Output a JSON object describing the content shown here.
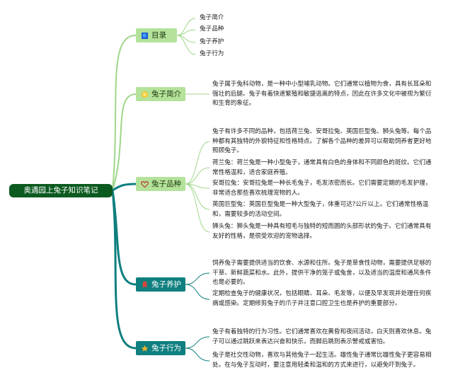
{
  "root": {
    "title": "奥遇园上兔子知识笔记"
  },
  "branches": {
    "toc": {
      "label": "目录",
      "items": [
        "兔子简介",
        "兔子品种",
        "兔子养护",
        "兔子行为"
      ]
    },
    "intro": {
      "label": "兔子简介",
      "paragraphs": [
        "兔子属于兔科动物，是一种中小型哺乳动物。它们通常以植物为食，具有长耳朵和强壮的后腿。兔子有着快速繁殖和敏捷逃离的特点，因此在许多文化中被视为繁衍和生育的象征。"
      ]
    },
    "breeds": {
      "label": "兔子品种",
      "paragraphs": [
        "兔子有许多不同的品种，包括荷兰兔、安哥拉兔、英国巨型兔、狮头兔等。每个品种都有其独特的外貌特征和性格特点。了解各个品种的差异可以帮助饲养者更好地照顾兔子。",
        "荷兰兔：荷兰兔是一种小型兔子，通常具有白色的身体和不同颜色的斑纹。它们通常性格温和，适合家庭养殖。",
        "安哥拉兔：安哥拉兔是一种长毛兔子，毛发浓密而长。它们需要定期的毛发护理，非常适合那些喜欢梳理宠物的人。",
        "英国巨型兔：英国巨型兔是一种大型兔子，体重可达?公斤以上。它们通常性格温和，需要较多的活动空间。",
        "狮头兔：狮头兔是一种具有短毛与独特的短而圆的头部形状的兔子。它们通常具有友好的性格，是很受欢迎的宠物选择。"
      ]
    },
    "care": {
      "label": "兔子养护",
      "paragraphs": [
        "饲养兔子需要提供适当的饮食、水源和住所。兔子是草食性动物，需要提供足够的干草、新鲜蔬菜和水。此外，提供干净的笼子或兔舍，以及适当的温度和通风条件也是必要的。",
        "定期检查兔子的健康状况，包括眼睛、耳朵、毛发等，以便及早发现并处理任何疾病或感染。定期修剪兔子的爪子并注意口腔卫生也是养护的重要部分。"
      ]
    },
    "behavior": {
      "label": "兔子行为",
      "paragraphs": [
        "兔子有着独特的行为习性。它们通常喜欢在黄昏和夜间活动，白天则喜欢休息。兔子可以通过跳跃来表达兴奋和快乐，而脚后跳则表示警戒或害怕。",
        "兔子是社交性动物，喜欢与其他兔子一起生活。雄性兔子通常比雄性兔子更容易相处。在与兔子互动时，要注意用轻柔和温和的方式来进行，以避免吓到兔子。"
      ]
    }
  },
  "colors": {
    "root": "#0b5a1f",
    "light_branch": "#b4e29a",
    "teal_branch": "#0f7f7f",
    "light_line": "#9fd68a"
  },
  "icons": {
    "toc": "flag-icon",
    "intro": "sun-icon",
    "breeds": "heart-icon",
    "care": "bookmark-icon",
    "behavior": "star-icon"
  }
}
